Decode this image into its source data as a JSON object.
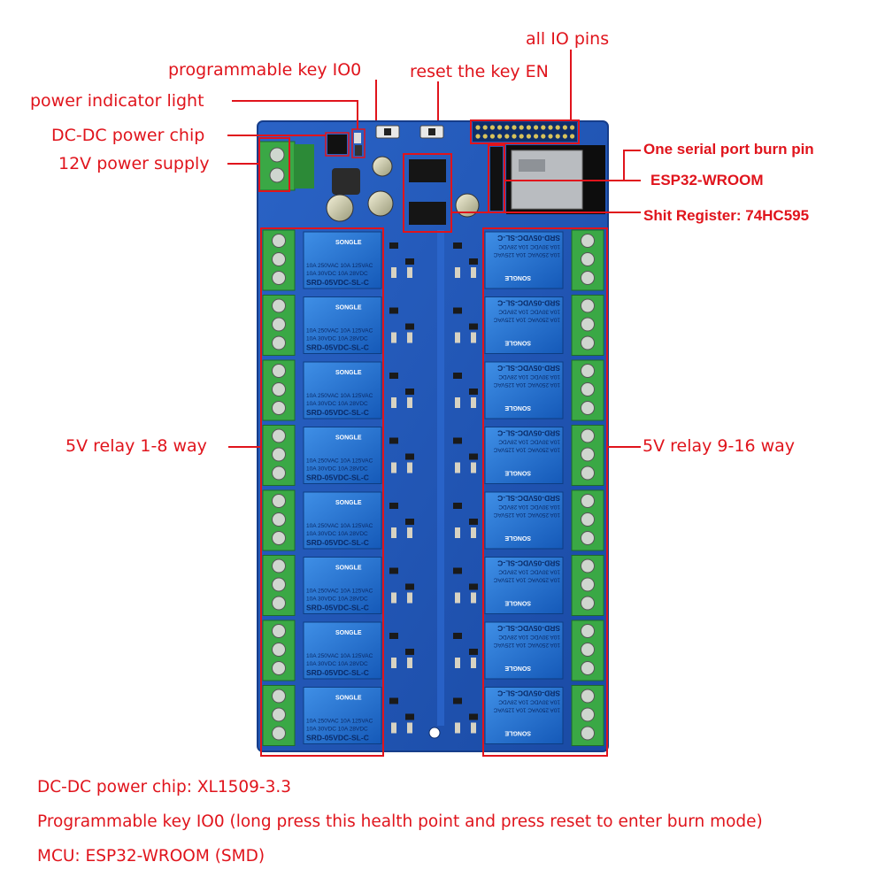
{
  "labels": {
    "all_io_pins": "all IO pins",
    "programmable_key": "programmable key IO0",
    "reset_key": "reset the key EN",
    "power_indicator": "power indicator light",
    "dcdc_chip": "DC-DC power chip",
    "power_supply": "12V power supply",
    "serial_burn_pin": "One serial port burn pin",
    "esp32": "ESP32-WROOM",
    "shift_register": "Shit Register: 74HC595",
    "relay_left": "5V relay 1-8 way",
    "relay_right": "5V relay 9-16 way"
  },
  "notes": [
    "DC-DC power chip: XL1509-3.3",
    "Programmable key IO0 (long press this health point and press reset to enter burn mode)",
    "MCU: ESP32-WROOM (SMD)"
  ],
  "relay": {
    "brand": "SONGLE",
    "rating1": "10A 250VAC  10A 125VAC",
    "rating2": "10A  30VDC  10A  28VDC",
    "model": "SRD-05VDC-SL-C"
  },
  "colors": {
    "annotation": "#e0141c",
    "pcb": "#1f57b8",
    "relay": "#1e6fd0",
    "terminal": "#3aa845"
  }
}
